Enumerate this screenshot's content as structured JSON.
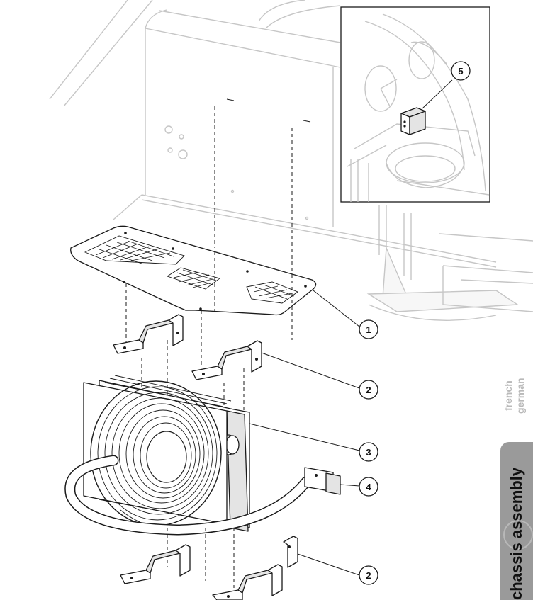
{
  "side_tab": {
    "languages": [
      "french",
      "german"
    ],
    "section_title": "chassis assembly"
  },
  "callouts": [
    {
      "id": "callout-5",
      "label": "5"
    },
    {
      "id": "callout-1",
      "label": "1"
    },
    {
      "id": "callout-2-upper",
      "label": "2"
    },
    {
      "id": "callout-3",
      "label": "3"
    },
    {
      "id": "callout-4",
      "label": "4"
    },
    {
      "id": "callout-2-lower",
      "label": "2"
    }
  ],
  "colors": {
    "line": "#1a1a1a",
    "ghost": "#c6c6c6",
    "tab_bar": "#9a9a9a",
    "tab_lang": "#b9b9b9"
  }
}
